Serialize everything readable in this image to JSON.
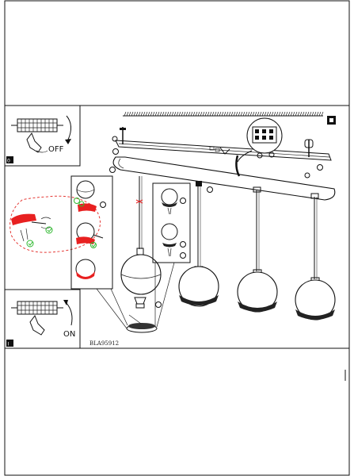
{
  "labels": {
    "off": "OFF",
    "on": "ON",
    "model_code": "BLA95912"
  },
  "colors": {
    "highlight": "#e82020",
    "check": "#2eb82e",
    "line": "#111111"
  },
  "icons": {
    "top_left_panel": "power-off-icon",
    "bottom_left_panel": "power-on-icon",
    "page_number_badge": "page-number-icon"
  }
}
